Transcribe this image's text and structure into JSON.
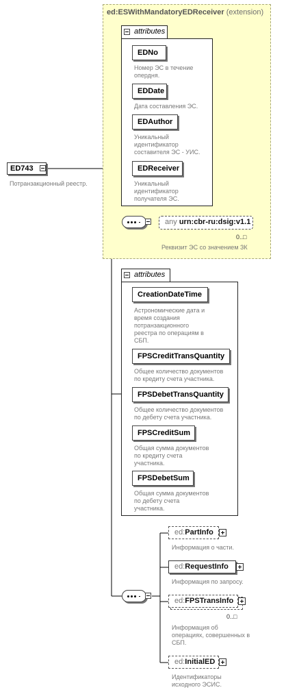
{
  "extension": {
    "base_name": "ed:ESWithMandatoryEDReceiver",
    "qualifier": "(extension)",
    "attributes_label": "attributes",
    "attributes": [
      {
        "name": "EDNo",
        "desc": [
          "Номер ЭС в течение",
          "опердня."
        ]
      },
      {
        "name": "EDDate",
        "desc": [
          "Дата составления ЭС."
        ]
      },
      {
        "name": "EDAuthor",
        "desc": [
          "Уникальный",
          "идентификатор",
          "составителя ЭС - УИС."
        ]
      },
      {
        "name": "EDReceiver",
        "desc": [
          "Уникальный",
          "идентификатор",
          "получателя ЭС."
        ]
      }
    ],
    "any": {
      "prefix": "any",
      "namespace": "urn:cbr-ru:dsig:v1.1",
      "cardinality": "0..□",
      "desc": "Реквизит ЭС со значением ЗК"
    }
  },
  "root": {
    "name": "ED743",
    "desc": "Потранзакционный реестр."
  },
  "attributes": {
    "label": "attributes",
    "items": [
      {
        "name": "CreationDateTime",
        "desc": [
          "Астрономические дата и",
          "время создания",
          "потранзакционного",
          "реестра по операциям в",
          "СБП."
        ]
      },
      {
        "name": "FPSCreditTransQuantity",
        "desc": [
          "Общее количество документов",
          "по кредиту счета участника."
        ]
      },
      {
        "name": "FPSDebetTransQuantity",
        "desc": [
          "Общее количество документов",
          "по дебету счета участника."
        ]
      },
      {
        "name": "FPSCreditSum",
        "desc": [
          "Общая сумма документов",
          "по кредиту счета",
          "участника."
        ]
      },
      {
        "name": "FPSDebetSum",
        "desc": [
          "Общая сумма документов",
          "по дебету счета",
          "участника."
        ]
      }
    ]
  },
  "elements": [
    {
      "prefix": "ed:",
      "name": "PartInfo",
      "desc": [
        "Информация о части."
      ],
      "optional": true,
      "cardinality": ""
    },
    {
      "prefix": "ed:",
      "name": "RequestInfo",
      "desc": [
        "Информация по запросу."
      ],
      "optional": false,
      "cardinality": ""
    },
    {
      "prefix": "ed:",
      "name": "FPSTransInfo",
      "desc": [
        "Информация об",
        "операциях, совершенных в",
        "СБП."
      ],
      "optional": true,
      "cardinality": "0..□"
    },
    {
      "prefix": "ed:",
      "name": "InitialED",
      "desc": [
        "Идентификаторы",
        "исходного ЭСИС."
      ],
      "optional": true,
      "cardinality": ""
    }
  ]
}
